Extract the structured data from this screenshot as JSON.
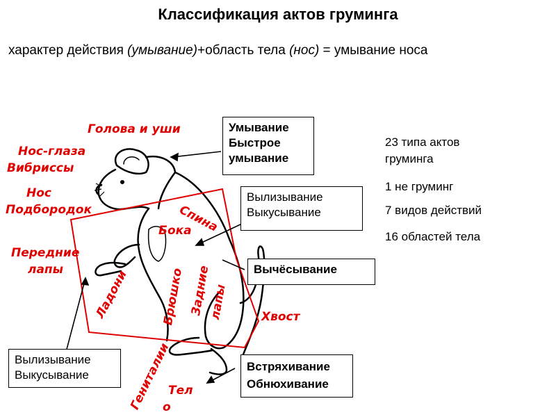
{
  "title": "Классификация актов груминга",
  "subtitle": {
    "part1": "характер действия ",
    "action": "(умывание)",
    "part2": "+область тела ",
    "region": "(нос)",
    "part3": " = умывание носа"
  },
  "body_regions": {
    "head_ears": "Голова и уши",
    "nose_eyes": "Нос-глаза",
    "vibrissae": "Вибриссы",
    "nose": "Нос",
    "chin": "Подбородок",
    "back": "Спина",
    "flanks": "Бока",
    "front_paws_1": "Передние",
    "front_paws_2": "лапы",
    "palms": "Ладони",
    "belly": "Брюшко",
    "hind_paws_1": "Задние",
    "hind_paws_2": "лапы",
    "tail": "Хвост",
    "genitals": "Гениталии",
    "body_1": "Тел",
    "body_2": "о"
  },
  "action_boxes": {
    "washing": [
      "Умывание",
      "Быстрое",
      "умывание"
    ],
    "licking_top": [
      "Вылизывание",
      "Выкусывание"
    ],
    "combing": [
      "Вычёсывание"
    ],
    "licking_bottom": [
      "Вылизывание",
      "Выкусывание"
    ],
    "shaking": [
      "Встряхивание",
      "Обнюхивание"
    ]
  },
  "summary": {
    "line1": "23  типа актов",
    "line2": "груминга",
    "line3": "1 не груминг",
    "line4": "7 видов действий",
    "line5": "16 областей тела"
  },
  "colors": {
    "region_labels": "#e00000",
    "outline": "#000000",
    "background": "#ffffff"
  }
}
